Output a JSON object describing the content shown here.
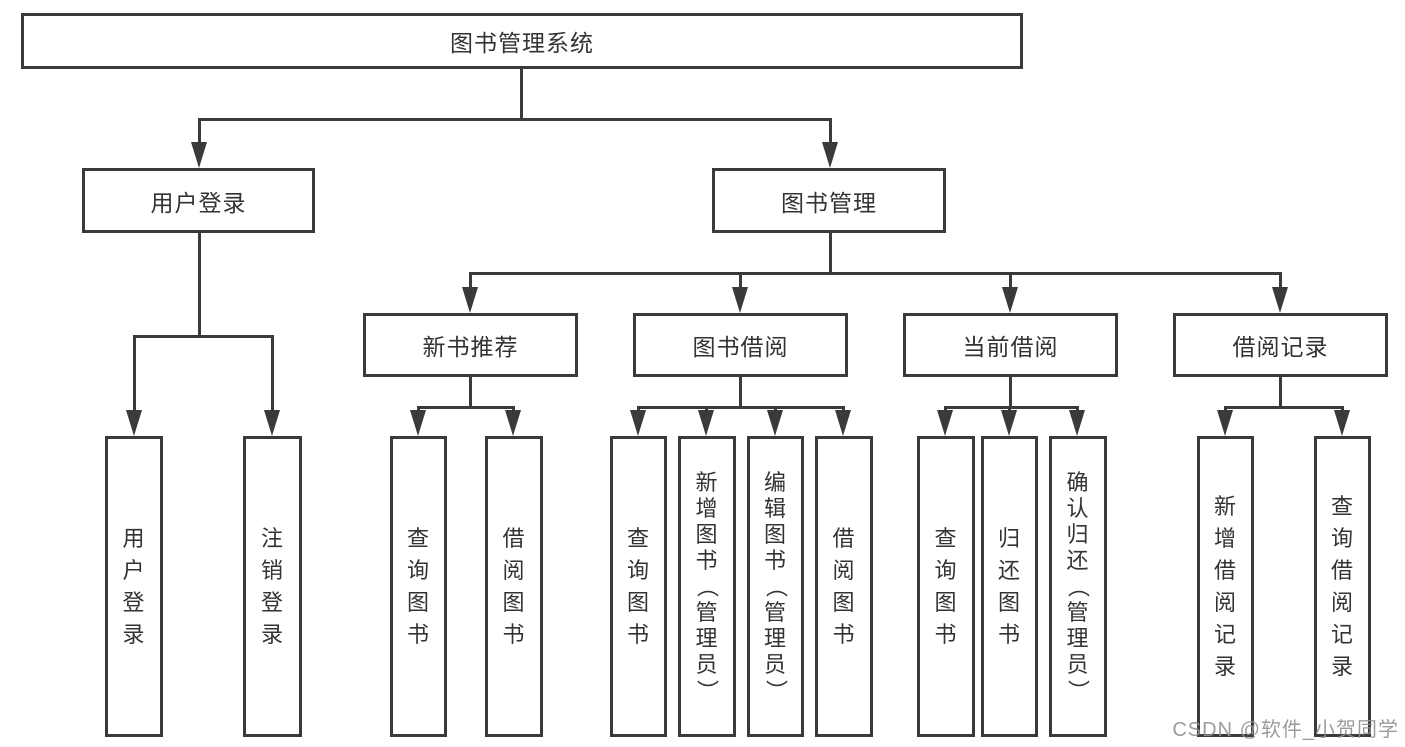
{
  "diagram": {
    "title": "图书管理系统",
    "type": "function-structure-tree",
    "colors": {
      "line": "#3a3a3c",
      "text": "#333333",
      "background": "#ffffff",
      "watermark": "#919194"
    },
    "root": {
      "label": "图书管理系统"
    },
    "level2": [
      {
        "label": "用户登录"
      },
      {
        "label": "图书管理"
      }
    ],
    "level3": [
      {
        "label": "新书推荐",
        "parent": "图书管理"
      },
      {
        "label": "图书借阅",
        "parent": "图书管理"
      },
      {
        "label": "当前借阅",
        "parent": "图书管理"
      },
      {
        "label": "借阅记录",
        "parent": "图书管理"
      }
    ],
    "leaves": {
      "user_login": [
        {
          "label": "用户登录"
        },
        {
          "label": "注销登录"
        }
      ],
      "new_book": [
        {
          "label": "查询图书"
        },
        {
          "label": "借阅图书"
        }
      ],
      "book_borrow": [
        {
          "label": "查询图书"
        },
        {
          "label": "新增图书（管理员）"
        },
        {
          "label": "编辑图书（管理员）"
        },
        {
          "label": "借阅图书"
        }
      ],
      "current_borrow": [
        {
          "label": "查询图书"
        },
        {
          "label": "归还图书"
        },
        {
          "label": "确认归还（管理员）"
        }
      ],
      "borrow_record": [
        {
          "label": "新增借阅记录"
        },
        {
          "label": "查询借阅记录"
        }
      ]
    }
  },
  "watermark": {
    "text": "CSDN @软件_小贺同学"
  }
}
